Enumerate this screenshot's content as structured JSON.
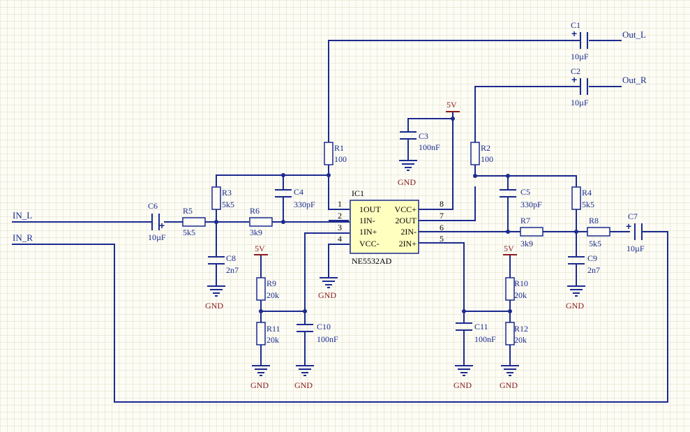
{
  "nets": {
    "in_l": "IN_L",
    "in_r": "IN_R",
    "out_l": "Out_L",
    "out_r": "Out_R"
  },
  "power": "5V",
  "ground": "GND",
  "ic": {
    "designator": "IC1",
    "part": "NE5532AD",
    "pins_left": [
      {
        "num": "1",
        "name": "1OUT"
      },
      {
        "num": "2",
        "name": "1IN-"
      },
      {
        "num": "3",
        "name": "1IN+"
      },
      {
        "num": "4",
        "name": "VCC-"
      }
    ],
    "pins_right": [
      {
        "num": "8",
        "name": "VCC+"
      },
      {
        "num": "7",
        "name": "2OUT"
      },
      {
        "num": "6",
        "name": "2IN-"
      },
      {
        "num": "5",
        "name": "2IN+"
      }
    ]
  },
  "components": {
    "C1": {
      "ref": "C1",
      "value": "10µF"
    },
    "C2": {
      "ref": "C2",
      "value": "10µF"
    },
    "C3": {
      "ref": "C3",
      "value": "100nF"
    },
    "C4": {
      "ref": "C4",
      "value": "330pF"
    },
    "C5": {
      "ref": "C5",
      "value": "330pF"
    },
    "C6": {
      "ref": "C6",
      "value": "10µF"
    },
    "C7": {
      "ref": "C7",
      "value": "10µF"
    },
    "C8": {
      "ref": "C8",
      "value": "2n7"
    },
    "C9": {
      "ref": "C9",
      "value": "2n7"
    },
    "C10": {
      "ref": "C10",
      "value": "100nF"
    },
    "C11": {
      "ref": "C11",
      "value": "100nF"
    },
    "R1": {
      "ref": "R1",
      "value": "100"
    },
    "R2": {
      "ref": "R2",
      "value": "100"
    },
    "R3": {
      "ref": "R3",
      "value": "5k5"
    },
    "R4": {
      "ref": "R4",
      "value": "5k5"
    },
    "R5": {
      "ref": "R5",
      "value": "5k5"
    },
    "R6": {
      "ref": "R6",
      "value": "3k9"
    },
    "R7": {
      "ref": "R7",
      "value": "3k9"
    },
    "R8": {
      "ref": "R8",
      "value": "5k5"
    },
    "R9": {
      "ref": "R9",
      "value": "20k"
    },
    "R10": {
      "ref": "R10",
      "value": "20k"
    },
    "R11": {
      "ref": "R11",
      "value": "20k"
    },
    "R12": {
      "ref": "R12",
      "value": "20k"
    }
  },
  "colors": {
    "wire": "#1b2a8f",
    "power_ground": "#8b1a1a",
    "ic_fill": "#ffffc0",
    "background": "#fdfdf6"
  }
}
